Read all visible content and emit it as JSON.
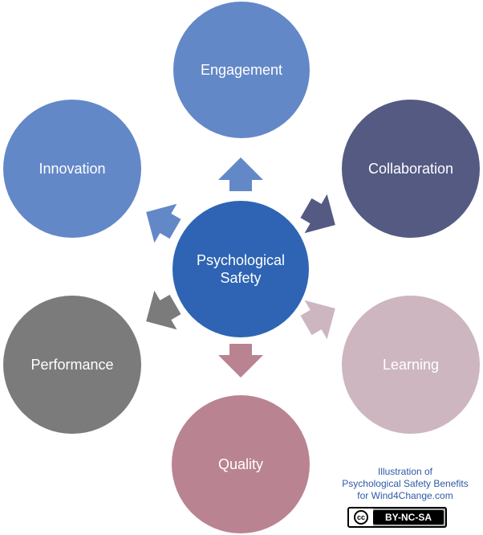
{
  "diagram": {
    "center": {
      "label": "Psychological\nSafety",
      "color": "#2e64b3"
    },
    "nodes": [
      {
        "id": "engagement",
        "label": "Engagement",
        "color": "#6388c8"
      },
      {
        "id": "collaboration",
        "label": "Collaboration",
        "color": "#545a82"
      },
      {
        "id": "learning",
        "label": "Learning",
        "color": "#cdb6c0"
      },
      {
        "id": "quality",
        "label": "Quality",
        "color": "#b98392"
      },
      {
        "id": "performance",
        "label": "Performance",
        "color": "#7b7b7b"
      },
      {
        "id": "innovation",
        "label": "Innovation",
        "color": "#6388c8"
      }
    ]
  },
  "credit": {
    "line1": "Illustration of",
    "line2": "Psychological Safety Benefits",
    "line3": "for Wind4Change.com"
  },
  "license": {
    "logo": "cc",
    "text": "BY-NC-SA"
  }
}
